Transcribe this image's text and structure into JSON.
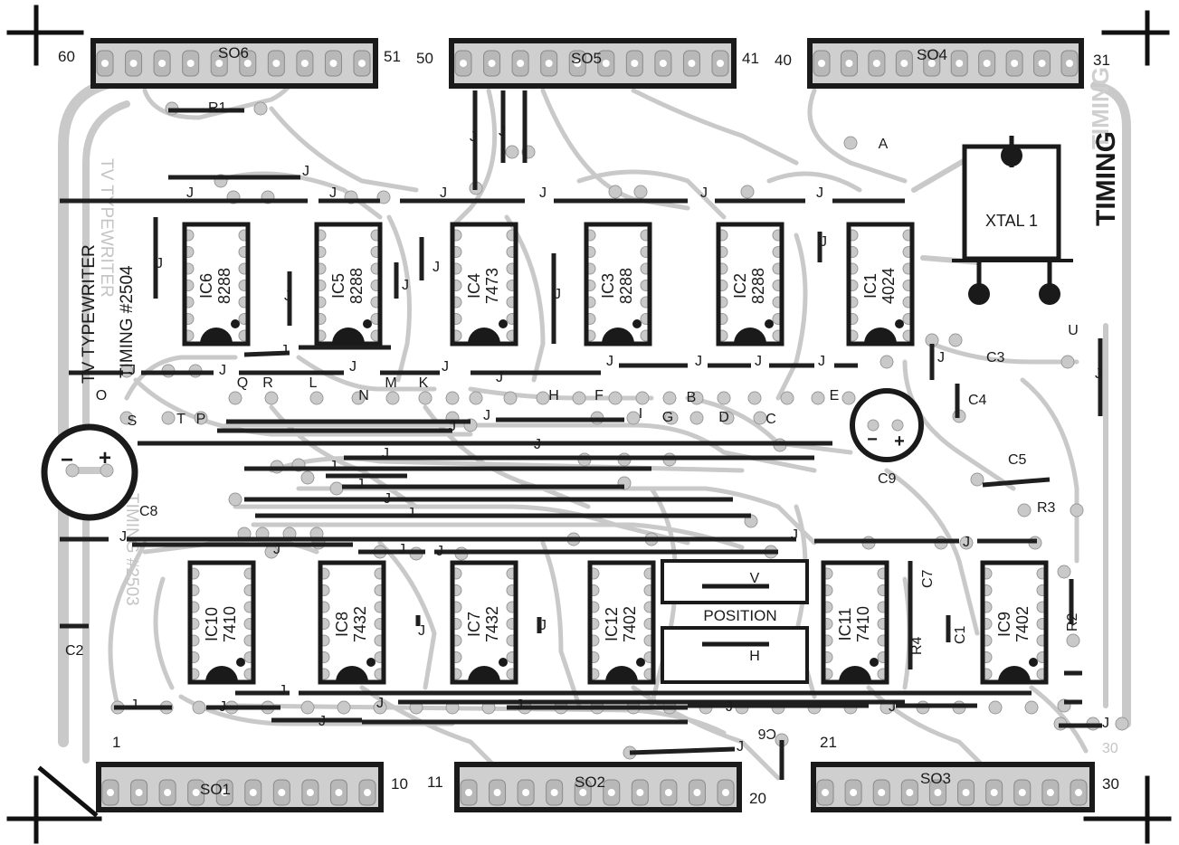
{
  "board": {
    "title": "TIMING",
    "name_line1": "TV TYPEWRITER",
    "name_line2": "TIMING #2504",
    "ghost_title": "TIMING",
    "ghost_name_line1": "TV TYPEWRITER",
    "ghost_name_line2": "TIMING #2503",
    "ghost_pin": "30"
  },
  "sockets": [
    {
      "id": "so6",
      "label": "SO6",
      "pin_left": "60",
      "pin_right": "51"
    },
    {
      "id": "so5",
      "label": "SO5",
      "pin_left": "50",
      "pin_right": "41"
    },
    {
      "id": "so4",
      "label": "SO4",
      "pin_left": "40",
      "pin_right": "31"
    },
    {
      "id": "so1",
      "label": "SO1",
      "pin_left": "1",
      "pin_right": "10"
    },
    {
      "id": "so2",
      "label": "SO2",
      "pin_left": "11",
      "pin_right": "20"
    },
    {
      "id": "so3",
      "label": "SO3",
      "pin_left": "21",
      "pin_right": "30"
    }
  ],
  "ics": [
    {
      "id": "ic6",
      "name": "IC6",
      "part": "8288"
    },
    {
      "id": "ic5",
      "name": "IC5",
      "part": "8288"
    },
    {
      "id": "ic4",
      "name": "IC4",
      "part": "7473"
    },
    {
      "id": "ic3",
      "name": "IC3",
      "part": "8288"
    },
    {
      "id": "ic2",
      "name": "IC2",
      "part": "8288"
    },
    {
      "id": "ic1",
      "name": "IC1",
      "part": "4024"
    },
    {
      "id": "ic10",
      "name": "IC10",
      "part": "7410"
    },
    {
      "id": "ic8",
      "name": "IC8",
      "part": "7432"
    },
    {
      "id": "ic7",
      "name": "IC7",
      "part": "7432"
    },
    {
      "id": "ic12",
      "name": "IC12",
      "part": "7402"
    },
    {
      "id": "ic11",
      "name": "IC11",
      "part": "7410"
    },
    {
      "id": "ic9",
      "name": "IC9",
      "part": "7402"
    }
  ],
  "crystal": {
    "label": "XTAL 1"
  },
  "components": {
    "r1": "R1",
    "r2": "R2",
    "r3": "R3",
    "r4": "R4",
    "c1": "C1",
    "c2": "C2",
    "c3": "C3",
    "c4": "C4",
    "c5": "C5",
    "c6": "C6",
    "c7": "C7",
    "c8": "C8",
    "c9": "C9"
  },
  "capacitor_marks": {
    "minus": "−",
    "plus": "+"
  },
  "position": {
    "label": "POSITION",
    "v": "V",
    "h": "H"
  },
  "test_points": [
    "A",
    "U",
    "O",
    "S",
    "T",
    "P",
    "Q",
    "R",
    "L",
    "N",
    "M",
    "K",
    "J",
    "H",
    "F",
    "I",
    "G",
    "B",
    "D",
    "C",
    "E"
  ],
  "jumper_label": "J"
}
